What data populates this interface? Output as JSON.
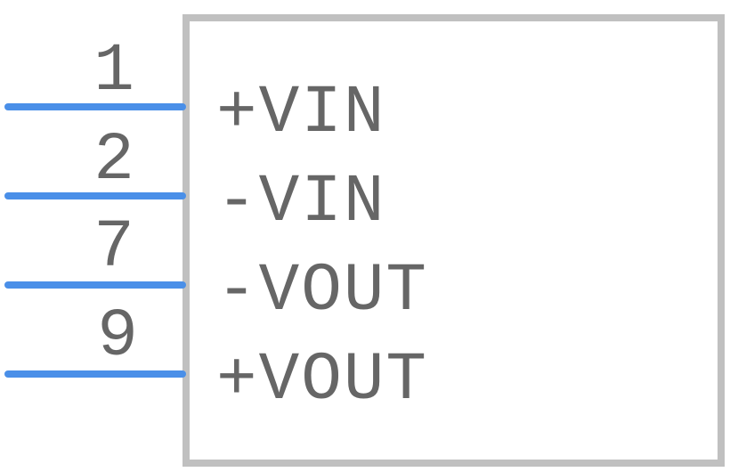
{
  "component": {
    "pins": [
      {
        "number": "1",
        "name": "+VIN"
      },
      {
        "number": "2",
        "name": "-VIN"
      },
      {
        "number": "7",
        "name": "-VOUT"
      },
      {
        "number": "9",
        "name": "+VOUT"
      }
    ]
  },
  "colors": {
    "body_outline": "#c0c0c0",
    "pin_line": "#4a8fe8",
    "text": "#666666",
    "background": "#ffffff"
  }
}
